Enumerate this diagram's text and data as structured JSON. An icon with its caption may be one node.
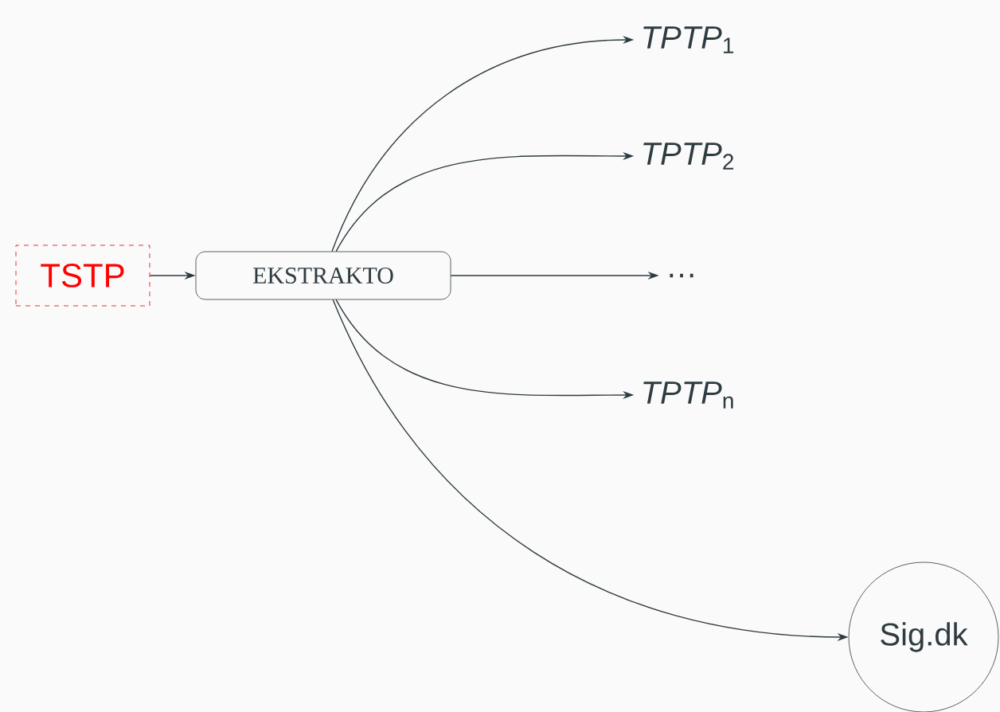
{
  "diagram": {
    "nodes": [
      {
        "text": [
          "TSTP"
        ]
      },
      {
        "text": [
          "EKSTRAKTO"
        ]
      },
      {
        "text": [
          "*TPTP*$_{1}$"
        ]
      },
      {
        "text": [
          "*TPTP*$_{2}$"
        ]
      },
      {
        "text": [
          "…"
        ]
      },
      {
        "text": [
          "*TPTP*$_{n}$"
        ]
      },
      {
        "text": [
          "Sig.dk"
        ]
      }
    ],
    "edges": [
      {
        "from": 0,
        "to": 1,
        "arrow": "to"
      },
      {
        "from": 1,
        "to": 2,
        "arrow": "to"
      },
      {
        "from": 1,
        "to": 3,
        "arrow": "to"
      },
      {
        "from": 1,
        "to": 4,
        "arrow": "to"
      },
      {
        "from": 1,
        "to": 5,
        "arrow": "to"
      },
      {
        "from": 1,
        "to": 6,
        "arrow": "to"
      }
    ]
  }
}
